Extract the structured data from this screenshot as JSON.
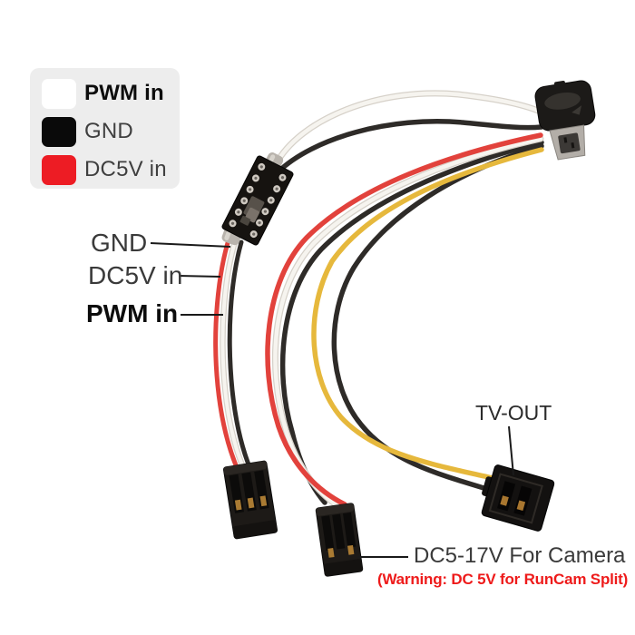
{
  "legend": {
    "items": [
      {
        "swatch_color": "#ffffff",
        "label": "PWM in",
        "bold": true
      },
      {
        "swatch_color": "#0a0a0a",
        "label": "GND",
        "bold": false
      },
      {
        "swatch_color": "#ed1c24",
        "label": "DC5V in",
        "bold": false
      }
    ]
  },
  "wire_labels": {
    "gnd": "GND",
    "dc5v": "DC5V in",
    "pwm": "PWM in"
  },
  "connector_labels": {
    "tv_out": "TV-OUT",
    "camera": "DC5-17V For Camera",
    "camera_warning": "(Warning: DC 5V for RunCam Split)"
  },
  "colors": {
    "legend_bg": "#ededed",
    "wire_red": "#e2423c",
    "wire_yellow": "#e6b83c",
    "wire_black": "#2e2b28",
    "wire_white": "#f6f4ef",
    "warning_red": "#ee1b1b"
  }
}
